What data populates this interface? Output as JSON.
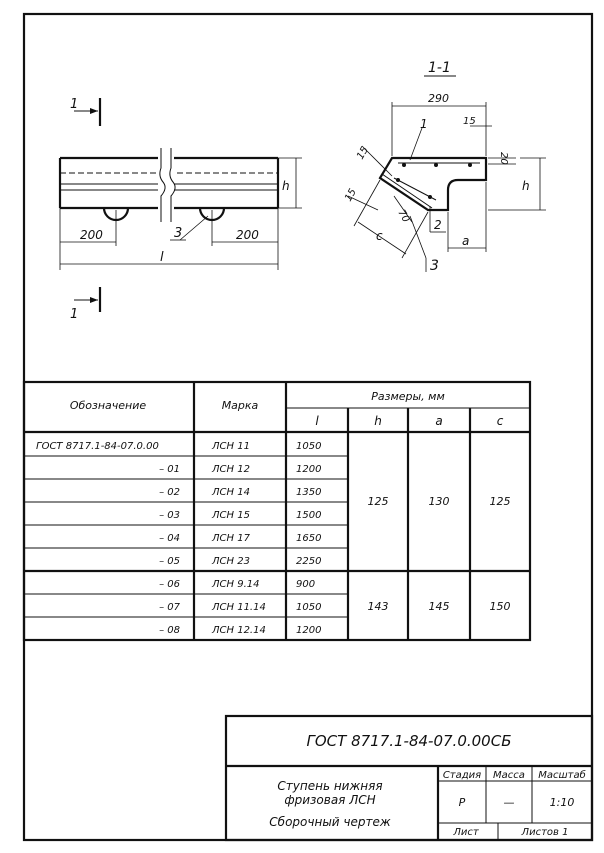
{
  "drawing": {
    "section_arrow_top": "1",
    "section_arrow_bottom": "1",
    "section_title": "1-1",
    "elevation": {
      "dim_left": "200",
      "dim_right": "200",
      "dim_length": "l",
      "dim_height": "h",
      "callout": "3"
    },
    "section": {
      "dim_width": "290",
      "dim_15_top": "15",
      "dim_20": "20",
      "dim_15_side": "15",
      "dim_15_lower": "15",
      "dim_70": "70",
      "dim_h": "h",
      "dim_a": "a",
      "dim_c": "c",
      "callout_1": "1",
      "callout_2": "2",
      "callout_3": "3"
    }
  },
  "table": {
    "headers": {
      "designation": "Обозначение",
      "mark": "Марка",
      "dimensions": "Размеры, мм",
      "l": "l",
      "h": "h",
      "a": "a",
      "c": "c"
    },
    "rows": [
      {
        "designation": "ГОСТ 8717.1-84-07.0.00",
        "mark": "ЛСН 11",
        "l": "1050"
      },
      {
        "designation": "– 01",
        "mark": "ЛСН 12",
        "l": "1200"
      },
      {
        "designation": "– 02",
        "mark": "ЛСН 14",
        "l": "1350"
      },
      {
        "designation": "– 03",
        "mark": "ЛСН 15",
        "l": "1500"
      },
      {
        "designation": "– 04",
        "mark": "ЛСН 17",
        "l": "1650"
      },
      {
        "designation": "– 05",
        "mark": "ЛСН 23",
        "l": "2250"
      },
      {
        "designation": "– 06",
        "mark": "ЛСН 9.14",
        "l": "900"
      },
      {
        "designation": "– 07",
        "mark": "ЛСН 11.14",
        "l": "1050"
      },
      {
        "designation": "– 08",
        "mark": "ЛСН 12.14",
        "l": "1200"
      }
    ],
    "groups": [
      {
        "h": "125",
        "a": "130",
        "c": "125"
      },
      {
        "h": "143",
        "a": "145",
        "c": "150"
      }
    ]
  },
  "title_block": {
    "doc_code": "ГОСТ 8717.1-84-07.0.00СБ",
    "name_line1": "Ступень нижняя",
    "name_line2": "фризовая ЛСН",
    "name_line3": "Сборочный чертеж",
    "stage_label": "Стадия",
    "mass_label": "Масса",
    "scale_label": "Масштаб",
    "stage_value": "Р",
    "mass_value": "—",
    "scale_value": "1:10",
    "sheet_label": "Лист",
    "sheets_label": "Листов 1"
  }
}
